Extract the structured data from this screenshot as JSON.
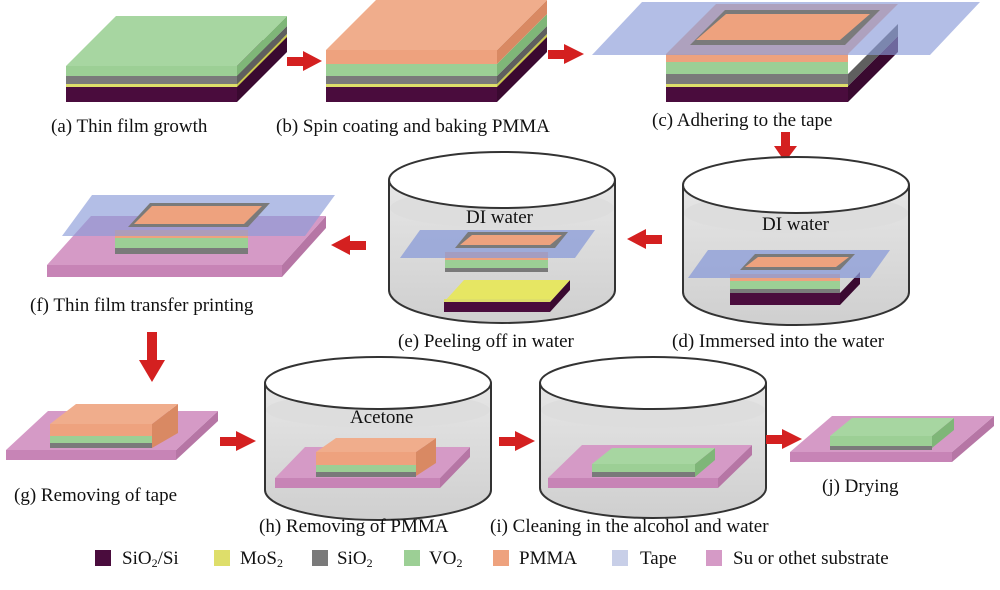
{
  "steps": {
    "a": "(a) Thin film growth",
    "b": "(b) Spin coating and baking PMMA",
    "c": "(c) Adhering to the tape",
    "d": "(d) Immersed into the water",
    "e": "(e) Peeling off in water",
    "f": "(f) Thin film transfer printing",
    "g": "(g) Removing of tape",
    "h": "(h) Removing of PMMA",
    "i": "(i) Cleaning in the alcohol and water",
    "j": "(j) Drying"
  },
  "labels": {
    "di_water_d": "DI water",
    "di_water_e": "DI water",
    "acetone": "Acetone"
  },
  "legend": [
    {
      "main": "SiO",
      "sub": "2",
      "tail": "/Si",
      "color": "#4a0c3d"
    },
    {
      "main": "MoS",
      "sub": "2",
      "tail": "",
      "color": "#dede6a"
    },
    {
      "main": "SiO",
      "sub": "2",
      "tail": "",
      "color": "#7a7a7a"
    },
    {
      "main": "VO",
      "sub": "2",
      "tail": "",
      "color": "#9ccf95"
    },
    {
      "main": "PMMA",
      "sub": "",
      "tail": "",
      "color": "#eea27e"
    },
    {
      "main": "Tape",
      "sub": "",
      "tail": "",
      "color": "#c8cfe8"
    },
    {
      "main": "Su or othet substrate",
      "sub": "",
      "tail": "",
      "color": "#d59ac6"
    }
  ],
  "colors": {
    "substrate_si": "#4a0c3d",
    "mos2": "#dede6a",
    "sio2": "#7a7a7a",
    "vo2": "#9ccf95",
    "pmma": "#eea27e",
    "tape": "#8a9bd8",
    "su_substrate": "#d59ac6",
    "arrow": "#d42020"
  }
}
